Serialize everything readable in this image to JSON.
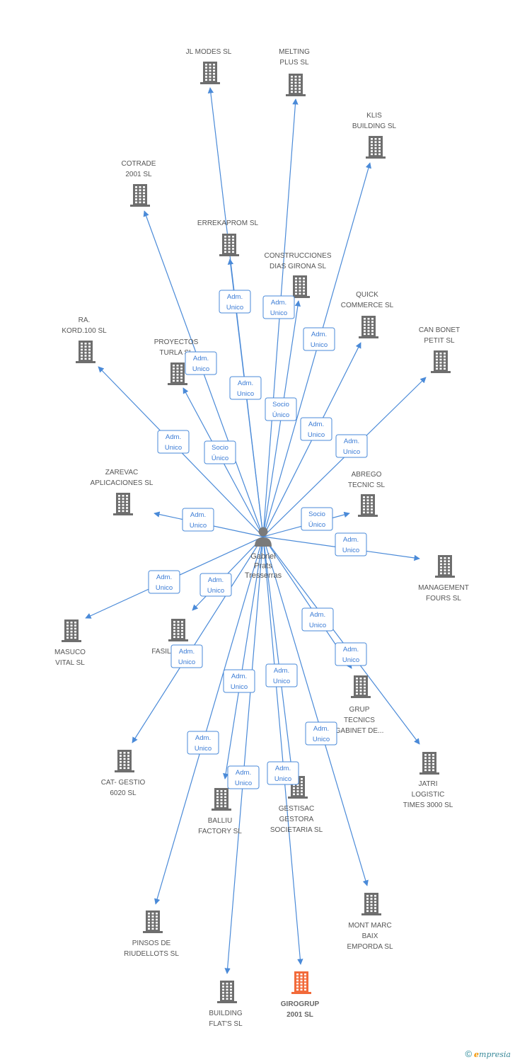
{
  "colors": {
    "edge": "#4a8ad8",
    "building": "#6e6e6e",
    "highlight": "#f26a3a",
    "person": "#7a7a7a"
  },
  "person": {
    "lines": [
      "Gabriel",
      "Prats",
      "Tresserras"
    ]
  },
  "companies": [
    {
      "id": "jl",
      "lines": [
        "JL MODES  SL"
      ]
    },
    {
      "id": "melting",
      "lines": [
        "MELTING",
        "PLUS SL"
      ]
    },
    {
      "id": "klis",
      "lines": [
        "KLIS",
        "BUILDING SL"
      ]
    },
    {
      "id": "cotrade",
      "lines": [
        "COTRADE",
        "2001 SL"
      ]
    },
    {
      "id": "errekaprom",
      "lines": [
        "ERREKAPROM SL"
      ]
    },
    {
      "id": "construcciones",
      "lines": [
        "CONSTRUCCIONES",
        "DIAS GIRONA SL"
      ]
    },
    {
      "id": "quick",
      "lines": [
        "QUICK",
        "COMMERCE SL"
      ]
    },
    {
      "id": "ra",
      "lines": [
        "RA.",
        "KORD.100 SL"
      ]
    },
    {
      "id": "proyectos",
      "lines": [
        "PROYECTOS",
        "TURLA SL"
      ]
    },
    {
      "id": "canbonet",
      "lines": [
        "CAN BONET",
        "PETIT SL"
      ]
    },
    {
      "id": "zarevac",
      "lines": [
        "ZAREVAC",
        "APLICACIONES SL"
      ]
    },
    {
      "id": "abrego",
      "lines": [
        "ABREGO",
        "TECNIC SL"
      ]
    },
    {
      "id": "management",
      "lines": [
        "MANAGEMENT",
        "FOURS SL"
      ]
    },
    {
      "id": "masuco",
      "lines": [
        "MASUCO",
        "VITAL SL"
      ]
    },
    {
      "id": "fasil",
      "lines": [
        "FASIL"
      ]
    },
    {
      "id": "grup",
      "lines": [
        "GRUP",
        "TECNICS",
        "GABINET DE..."
      ]
    },
    {
      "id": "cat",
      "lines": [
        "CAT- GESTIO",
        "6020 SL"
      ]
    },
    {
      "id": "jatri",
      "lines": [
        "JATRI",
        "LOGISTIC",
        "TIMES 3000  SL"
      ]
    },
    {
      "id": "balliu",
      "lines": [
        "BALLIU",
        "FACTORY SL"
      ]
    },
    {
      "id": "gestisac",
      "lines": [
        "GESTISAC",
        "GESTORA",
        "SOCIETARIA SL"
      ]
    },
    {
      "id": "pinsos",
      "lines": [
        "PINSOS DE",
        "RIUDELLOTS SL"
      ]
    },
    {
      "id": "montmarc",
      "lines": [
        "MONT MARC",
        "BAIX",
        "EMPORDA SL"
      ]
    },
    {
      "id": "buildingflats",
      "lines": [
        "BUILDING",
        "FLAT'S SL"
      ]
    },
    {
      "id": "girogrup",
      "lines": [
        "GIROGRUP",
        "2001 SL"
      ],
      "highlight": true
    }
  ],
  "edges": [
    {
      "to": "jl",
      "lines": [
        "Adm.",
        "Unico"
      ]
    },
    {
      "to": "melting",
      "lines": [
        "Adm.",
        "Unico"
      ]
    },
    {
      "to": "klis",
      "lines": [
        "Adm.",
        "Unico"
      ]
    },
    {
      "to": "cotrade",
      "lines": [
        "Adm.",
        "Unico"
      ]
    },
    {
      "to": "errekaprom",
      "lines": [
        "Adm.",
        "Unico"
      ]
    },
    {
      "to": "construcciones",
      "lines": [
        "Socio",
        "Único"
      ]
    },
    {
      "to": "quick",
      "lines": [
        "Adm.",
        "Unico"
      ]
    },
    {
      "to": "ra",
      "lines": [
        "Adm.",
        "Unico"
      ]
    },
    {
      "to": "proyectos",
      "lines": [
        "Socio",
        "Único"
      ]
    },
    {
      "to": "canbonet",
      "lines": [
        "Adm.",
        "Unico"
      ]
    },
    {
      "to": "zarevac",
      "lines": [
        "Adm.",
        "Unico"
      ]
    },
    {
      "to": "abrego",
      "lines": [
        "Socio",
        "Único"
      ]
    },
    {
      "to": "management",
      "lines": [
        "Adm.",
        "Unico"
      ]
    },
    {
      "to": "masuco",
      "lines": [
        "Adm.",
        "Unico"
      ]
    },
    {
      "to": "fasil",
      "lines": [
        "Adm.",
        "Unico"
      ]
    },
    {
      "to": "grup",
      "lines": [
        "Adm.",
        "Unico"
      ]
    },
    {
      "to": "cat",
      "lines": [
        "Adm.",
        "Unico"
      ]
    },
    {
      "to": "jatri",
      "lines": [
        "Adm.",
        "Unico"
      ]
    },
    {
      "to": "balliu",
      "lines": [
        "Adm.",
        "Unico"
      ]
    },
    {
      "to": "gestisac",
      "lines": [
        "Adm.",
        "Unico"
      ]
    },
    {
      "to": "pinsos",
      "lines": [
        "Adm.",
        "Unico"
      ]
    },
    {
      "to": "montmarc",
      "lines": [
        "Adm.",
        "Unico"
      ]
    },
    {
      "to": "buildingflats",
      "lines": [
        "Adm.",
        "Unico"
      ]
    },
    {
      "to": "girogrup",
      "lines": [
        "Adm.",
        "Unico"
      ]
    }
  ],
  "footer": {
    "copyright": "©",
    "brand_first": "e",
    "brand_rest": "mpresia"
  }
}
